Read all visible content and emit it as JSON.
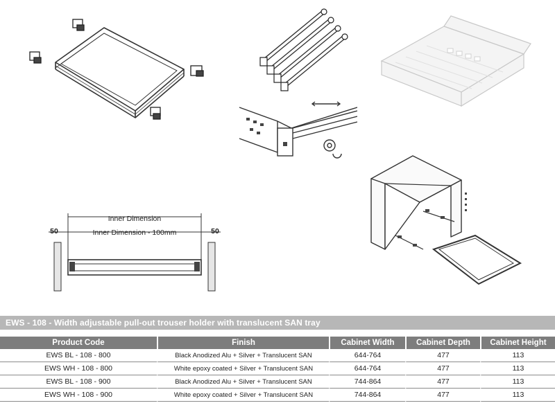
{
  "diagram": {
    "inner_dimension_label": "Inner Dimension",
    "inner_dimension_minus_label": "Inner Dimension - 100mm",
    "left_margin_label": "50",
    "right_margin_label": "50"
  },
  "banner": {
    "title": "EWS - 108 - Width adjustable pull-out trouser holder with translucent SAN tray"
  },
  "table": {
    "headers": [
      "Product Code",
      "Finish",
      "Cabinet Width",
      "Cabinet Depth",
      "Cabinet Height"
    ],
    "rows": [
      [
        "EWS BL - 108 - 800",
        "Black Anodized Alu + Silver + Translucent SAN",
        "644-764",
        "477",
        "113"
      ],
      [
        "EWS WH - 108 - 800",
        "White epoxy coated + Silver + Translucent SAN",
        "644-764",
        "477",
        "113"
      ],
      [
        "EWS BL - 108 - 900",
        "Black Anodized Alu + Silver + Translucent SAN",
        "744-864",
        "477",
        "113"
      ],
      [
        "EWS WH - 108 - 900",
        "White epoxy coated + Silver + Translucent SAN",
        "744-864",
        "477",
        "113"
      ]
    ]
  },
  "colors": {
    "banner_bg": "#b7b7b7",
    "header_bg": "#7d7d7d"
  }
}
